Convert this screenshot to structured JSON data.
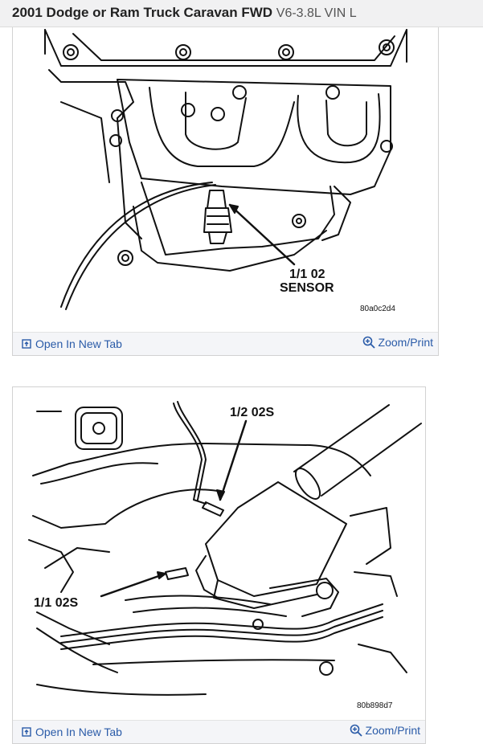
{
  "header": {
    "title": "2001 Dodge or Ram Truck Caravan FWD",
    "engine": "V6-3.8L VIN L"
  },
  "figures": [
    {
      "callout_line1": "1/1  02",
      "callout_line2": "SENSOR",
      "figure_code": "80a0c2d4",
      "open_label": "Open In New Tab",
      "zoom_label": "Zoom/Print"
    },
    {
      "callout_upper": "1/2 02S",
      "callout_lower": "1/1 02S",
      "figure_code": "80b898d7",
      "open_label": "Open In New Tab",
      "zoom_label": "Zoom/Print"
    }
  ],
  "colors": {
    "link": "#2a5ba8",
    "header_bg": "#f1f1f2",
    "toolbar_bg": "#f4f5f8"
  },
  "icons": [
    "open-in-new-tab-icon",
    "zoom-icon"
  ]
}
